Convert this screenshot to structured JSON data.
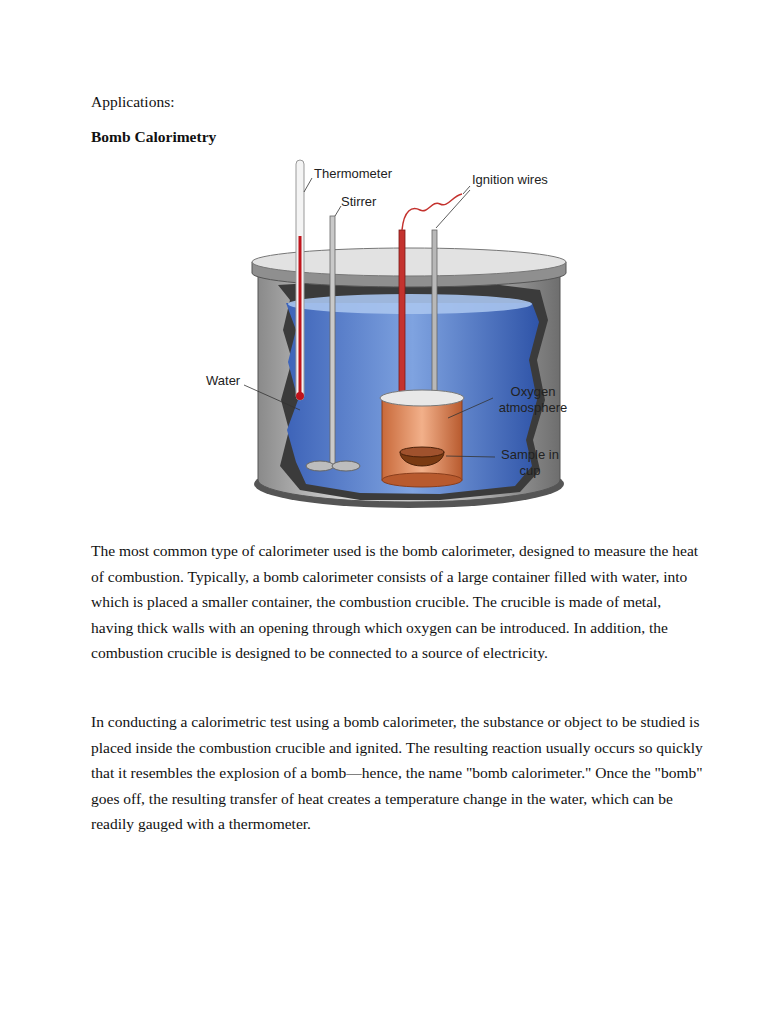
{
  "diagram": {
    "title": "Bomb Calorimetry",
    "labels": [
      "Applications:",
      "Thermometer",
      "Stirrer",
      "Ignition wires",
      "Water",
      "Oxygen atmosphere",
      "Sample in cup",
      "The most common type of calorimeter used is the bomb calorimeter, designed to measure the heat of combustion. Typically, a bomb calorimeter consists of a large container filled with water, into which is placed a smaller container, the combustion crucible. The crucible is made of metal, having thick walls with an opening through which oxygen can be introduced. In addition, the combustion crucible is designed to be connected to a source of electricity.",
      "In conducting a calorimetric test using a bomb calorimeter, the substance or object to be studied is placed inside the combustion crucible and ignited. The resulting reaction usually occurs so quickly that it resembles the explosion of a bomb—hence, the name \"bomb calorimeter.\" Once the \"bomb\" goes off, the resulting transfer of heat creates a temperature change in the water, which can be readily gauged with a thermometer."
    ]
  }
}
